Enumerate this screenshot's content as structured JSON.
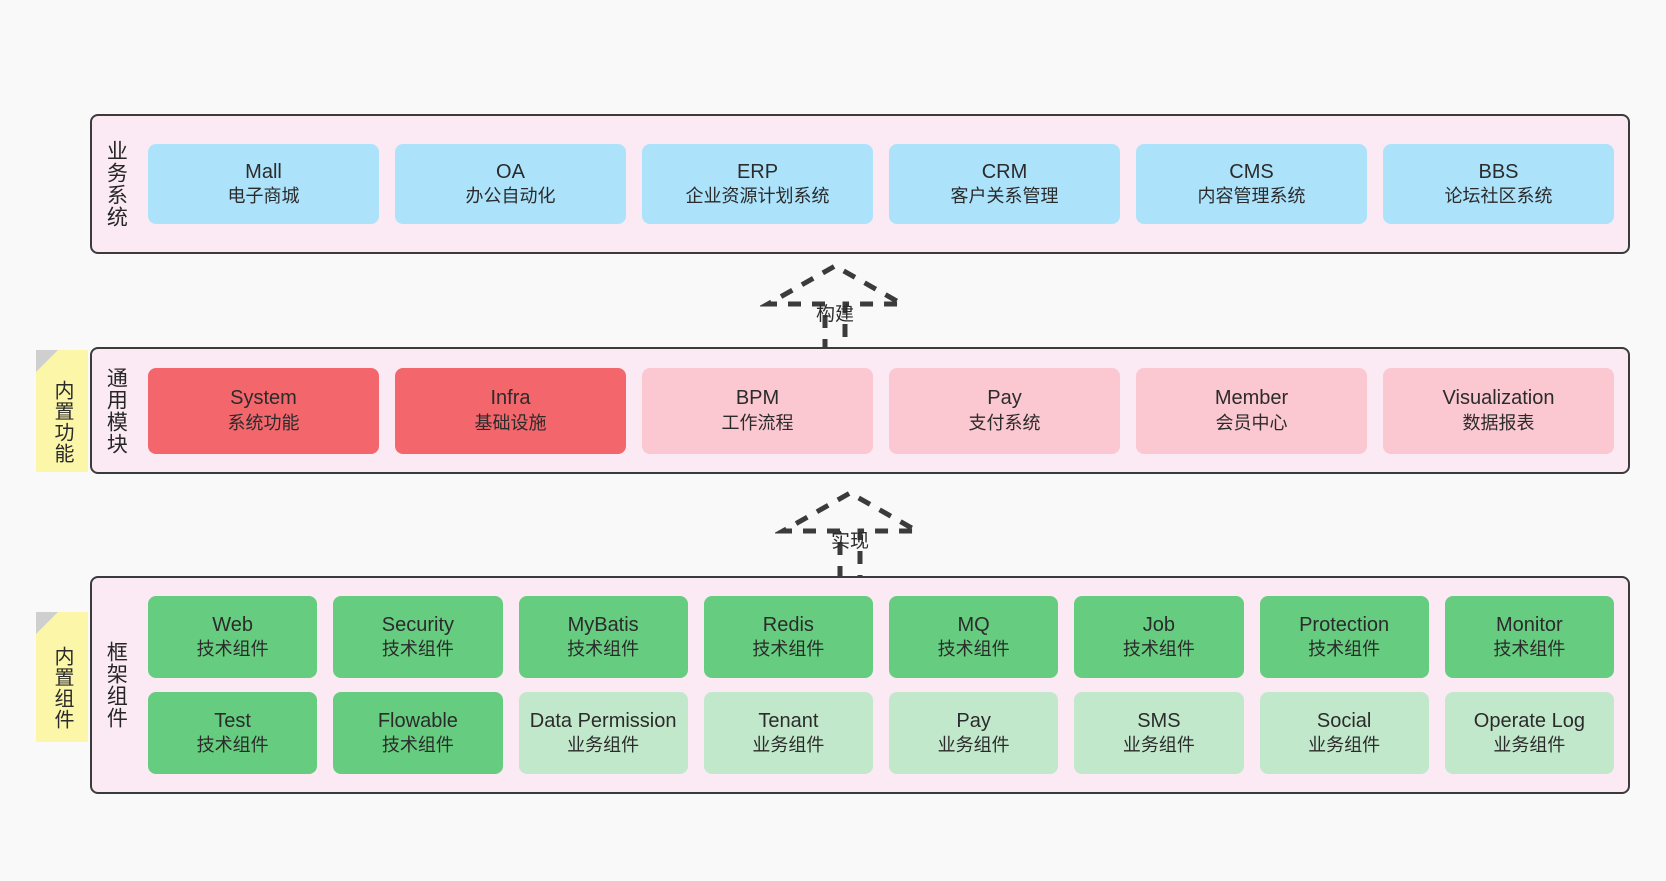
{
  "diagram": {
    "background": "#f9f9f9",
    "layer_fill": "#fbeaf4",
    "layer_border": "#3b3b3b",
    "sticky_fill": "#fcf7a8"
  },
  "layers": [
    {
      "id": "business-systems",
      "title": "业务系统",
      "rows": [
        {
          "style": "blue",
          "cards": [
            {
              "name": "Mall",
              "desc": "电子商城"
            },
            {
              "name": "OA",
              "desc": "办公自动化"
            },
            {
              "name": "ERP",
              "desc": "企业资源计划系统"
            },
            {
              "name": "CRM",
              "desc": "客户关系管理"
            },
            {
              "name": "CMS",
              "desc": "内容管理系统"
            },
            {
              "name": "BBS",
              "desc": "论坛社区系统"
            }
          ]
        }
      ]
    },
    {
      "id": "common-modules",
      "title": "通用模块",
      "sticky": "内置功能",
      "rows": [
        {
          "style": "mixed-red",
          "cards": [
            {
              "name": "System",
              "desc": "系统功能",
              "color": "red"
            },
            {
              "name": "Infra",
              "desc": "基础设施",
              "color": "red"
            },
            {
              "name": "BPM",
              "desc": "工作流程",
              "color": "pink"
            },
            {
              "name": "Pay",
              "desc": "支付系统",
              "color": "pink"
            },
            {
              "name": "Member",
              "desc": "会员中心",
              "color": "pink"
            },
            {
              "name": "Visualization",
              "desc": "数据报表",
              "color": "pink"
            }
          ]
        }
      ]
    },
    {
      "id": "framework-components",
      "title": "框架组件",
      "sticky": "内置组件",
      "rows": [
        {
          "style": "green",
          "cards": [
            {
              "name": "Web",
              "desc": "技术组件",
              "color": "green"
            },
            {
              "name": "Security",
              "desc": "技术组件",
              "color": "green"
            },
            {
              "name": "MyBatis",
              "desc": "技术组件",
              "color": "green"
            },
            {
              "name": "Redis",
              "desc": "技术组件",
              "color": "green"
            },
            {
              "name": "MQ",
              "desc": "技术组件",
              "color": "green"
            },
            {
              "name": "Job",
              "desc": "技术组件",
              "color": "green"
            },
            {
              "name": "Protection",
              "desc": "技术组件",
              "color": "green"
            },
            {
              "name": "Monitor",
              "desc": "技术组件",
              "color": "green"
            }
          ]
        },
        {
          "style": "green",
          "cards": [
            {
              "name": "Test",
              "desc": "技术组件",
              "color": "green"
            },
            {
              "name": "Flowable",
              "desc": "技术组件",
              "color": "green"
            },
            {
              "name": "Data Permission",
              "desc": "业务组件",
              "color": "green-light"
            },
            {
              "name": "Tenant",
              "desc": "业务组件",
              "color": "green-light"
            },
            {
              "name": "Pay",
              "desc": "业务组件",
              "color": "green-light"
            },
            {
              "name": "SMS",
              "desc": "业务组件",
              "color": "green-light"
            },
            {
              "name": "Social",
              "desc": "业务组件",
              "color": "green-light"
            },
            {
              "name": "Operate Log",
              "desc": "业务组件",
              "color": "green-light"
            }
          ]
        }
      ]
    }
  ],
  "arrows": [
    {
      "id": "build",
      "label": "构建"
    },
    {
      "id": "implement",
      "label": "实现"
    }
  ]
}
